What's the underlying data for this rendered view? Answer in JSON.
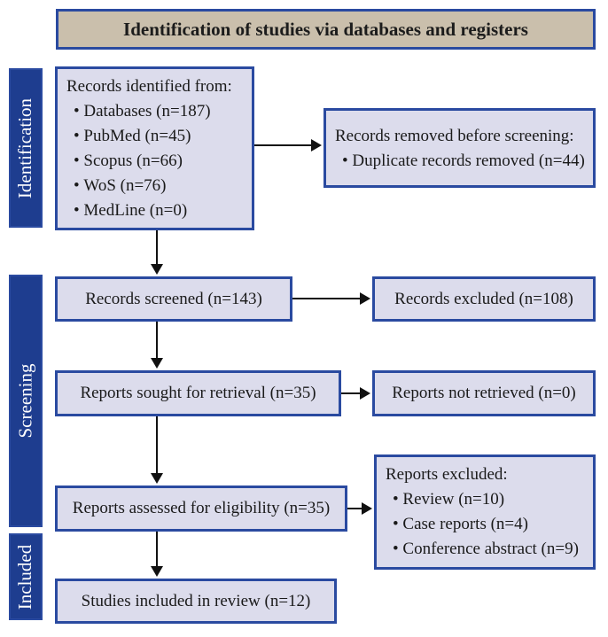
{
  "header": {
    "title": "Identification of studies via databases and registers"
  },
  "stages": [
    {
      "label": "Identification"
    },
    {
      "label": "Screening"
    },
    {
      "label": "Included"
    }
  ],
  "boxes": {
    "records_identified": {
      "title": "Records identified from:",
      "items": [
        "Databases (n=187)",
        "PubMed (n=45)",
        "Scopus (n=66)",
        "WoS (n=76)",
        "MedLine (n=0)"
      ]
    },
    "records_removed": {
      "title": "Records removed before screening:",
      "items": [
        "Duplicate records removed (n=44)"
      ]
    },
    "records_screened": {
      "text": "Records screened (n=143)"
    },
    "records_excluded": {
      "text": "Records excluded (n=108)"
    },
    "reports_sought": {
      "text": "Reports sought for retrieval (n=35)"
    },
    "reports_not_retrieved": {
      "text": "Reports not retrieved (n=0)"
    },
    "reports_assessed": {
      "text": "Reports assessed for eligibility (n=35)"
    },
    "reports_excluded": {
      "title": "Reports excluded:",
      "items": [
        "Review (n=10)",
        "Case reports (n=4)",
        "Conference abstract (n=9)"
      ]
    },
    "studies_included": {
      "text": "Studies included in review (n=12)"
    }
  },
  "colors": {
    "stage_fill": "#1e3d8f",
    "box_border": "#2a4aa0",
    "box_fill": "#dcdcec",
    "header_fill": "#cabfac",
    "arrow": "#111111",
    "text": "#1a1a1a",
    "stage_text": "#ffffff"
  }
}
